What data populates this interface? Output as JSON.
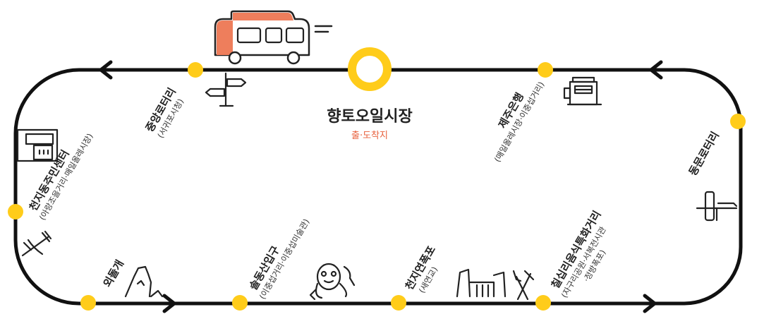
{
  "hub": {
    "name": "향토오일시장",
    "sub": "출·도착지"
  },
  "stops": {
    "jungang": {
      "name": "중앙로터리",
      "sub": "(서귀포시청)"
    },
    "jeju_bank": {
      "name": "제주은행",
      "sub": "(매일올레시장·이중섭거리)"
    },
    "dongmun": {
      "name": "동문로터리",
      "sub": ""
    },
    "cheonji": {
      "name": "천지동주민센터",
      "sub": "(아랑조을거리·매일올레시장)"
    },
    "oedolgae": {
      "name": "외돌개",
      "sub": ""
    },
    "soldong": {
      "name": "솔동산입구",
      "sub": "(이중섭거리·이중섭미술관)"
    },
    "cheonjiyeon": {
      "name": "천지연폭포",
      "sub": "(새연교)"
    },
    "chilsimni": {
      "name": "칠십리음식특화거리",
      "sub": "(자구리공원·서복전시관",
      "sub2": "·정방폭포)"
    }
  },
  "colors": {
    "route": "#111111",
    "stop": "#FFCC1A",
    "hub_ring": "#FFCC1A",
    "bus_accent": "#EE7E5C",
    "sub_accent": "#E8603C"
  },
  "icons": [
    "bus-icon",
    "signpost-icon",
    "shop-icon",
    "building-icon",
    "fork-knife-icon",
    "rock-formation-icon",
    "dol-hareubang-icon",
    "waterfall-icon",
    "fork-knife-icon-2",
    "signpost-icon-2"
  ]
}
